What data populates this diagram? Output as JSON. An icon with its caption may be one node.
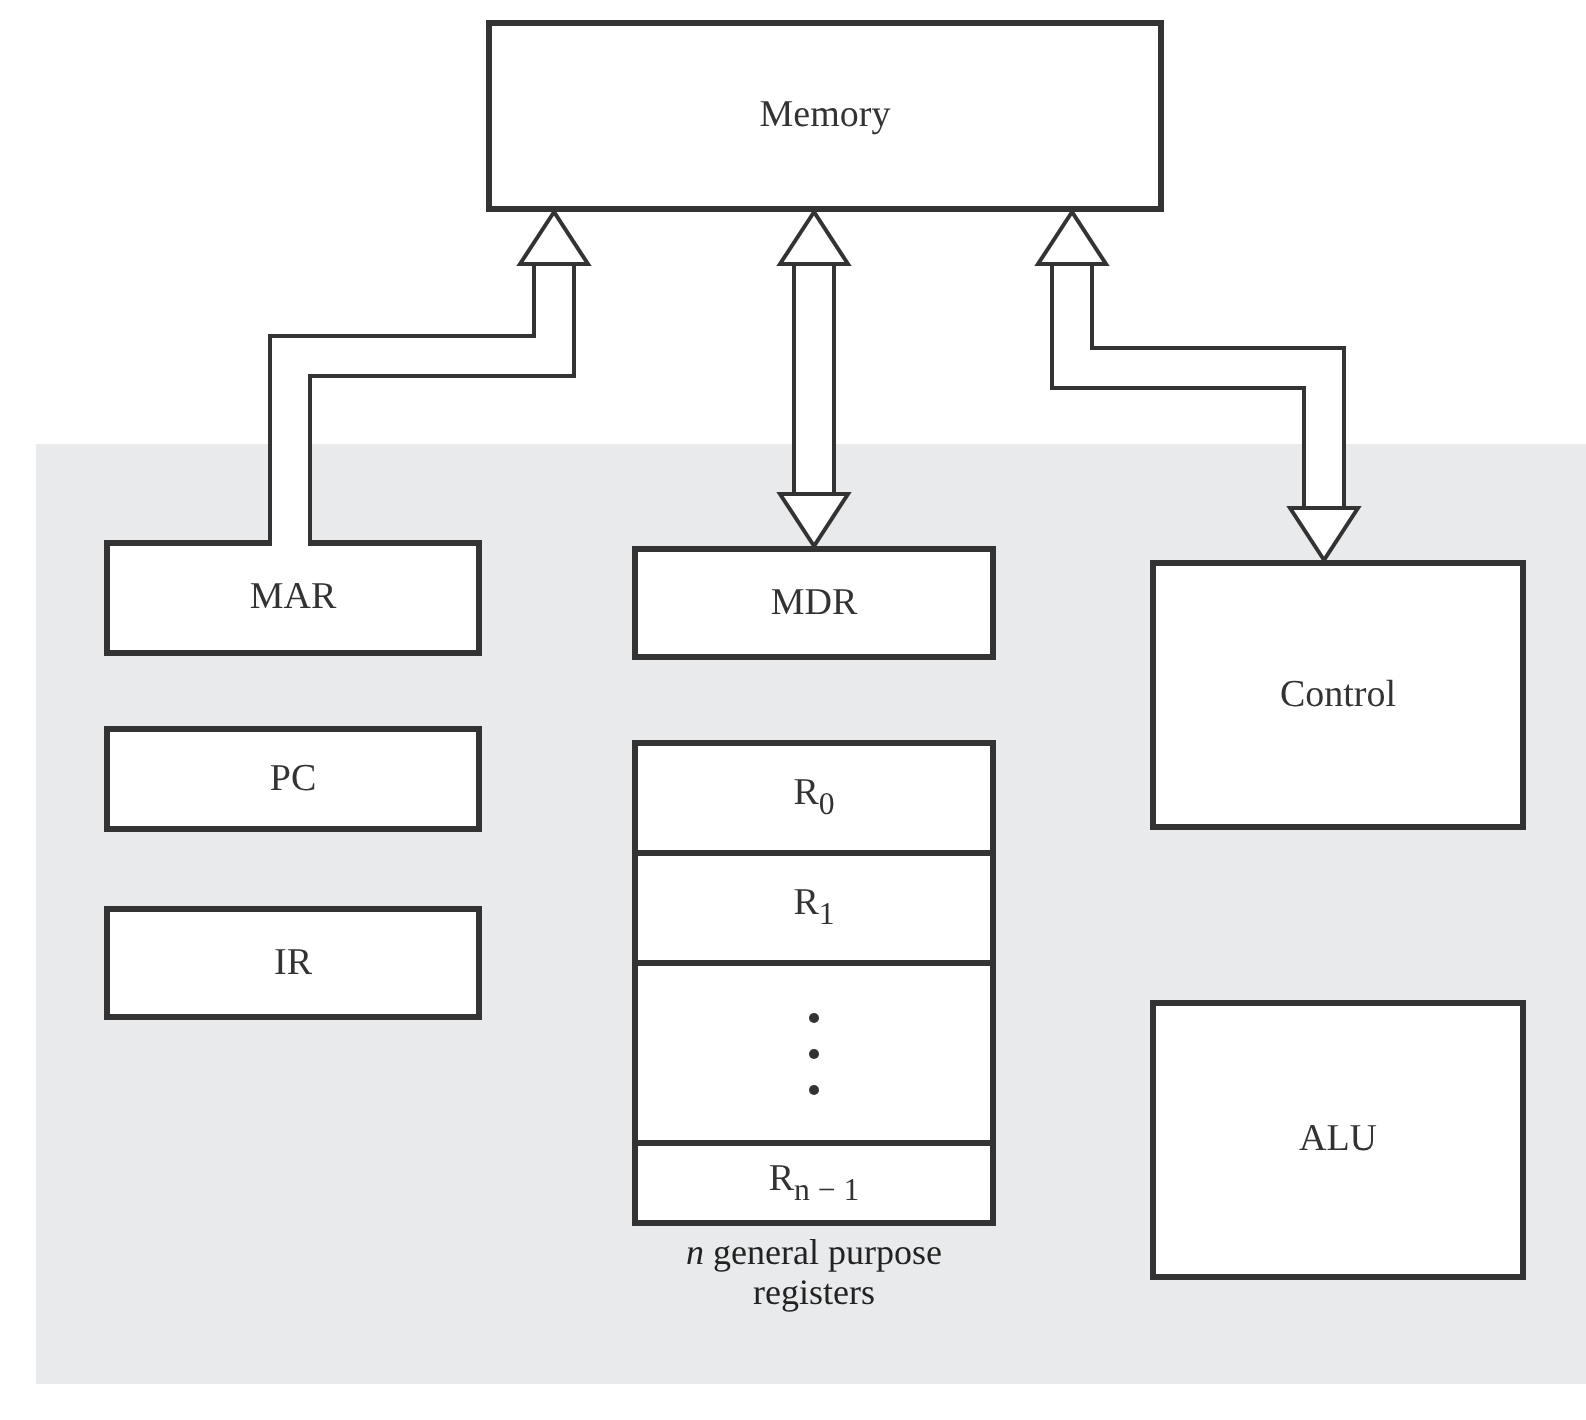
{
  "diagram": {
    "nodes": [
      {
        "text": [
          "Memory"
        ]
      },
      {
        "text": [
          "MAR"
        ]
      },
      {
        "text": [
          "MDR"
        ]
      },
      {
        "text": [
          "Control"
        ]
      },
      {
        "text": [
          "PC"
        ]
      },
      {
        "text": [],
        "shape": "box",
        "beside": [
          "*n* general purpose registers"
        ]
      },
      {
        "text": [
          "R$_{0}$"
        ],
        "in": 5
      },
      {
        "text": [
          "R$_{1}$"
        ],
        "in": 5
      },
      {
        "text": [],
        "shape": "box",
        "in": 5
      },
      {
        "text": [
          "R$_{n − 1}$"
        ],
        "in": 5
      },
      {
        "text": [
          "IR"
        ]
      },
      {
        "text": [
          "ALU"
        ]
      }
    ],
    "edges": [
      {
        "from": 1,
        "to": 0,
        "arrow": "to"
      },
      {
        "from": 2,
        "to": 0,
        "arrow": "both"
      },
      {
        "from": 3,
        "to": 0,
        "arrow": "both"
      }
    ]
  }
}
